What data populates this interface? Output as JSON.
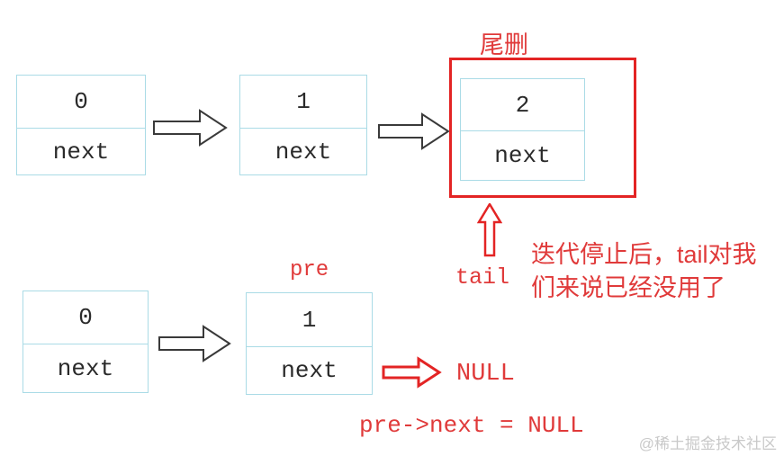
{
  "colors": {
    "node_border": "#aadbe6",
    "node_text": "#2a2a2a",
    "red_text": "#e03a3a",
    "red_box": "#e32424",
    "arrow_dark": "#3a3a3a",
    "watermark": "#c9c9c9"
  },
  "row1": {
    "nodes": [
      {
        "value": "0",
        "pointer": "next"
      },
      {
        "value": "1",
        "pointer": "next"
      },
      {
        "value": "2",
        "pointer": "next"
      }
    ],
    "highlight_label": "尾删",
    "tail_label": "tail",
    "note_line1": "迭代停止后，tail对我",
    "note_line2": "们来说已经没用了"
  },
  "row2": {
    "nodes": [
      {
        "value": "0",
        "pointer": "next"
      },
      {
        "value": "1",
        "pointer": "next"
      }
    ],
    "pre_label": "pre",
    "null_label": "NULL",
    "code_label": "pre->next = NULL"
  },
  "watermark": "@稀土掘金技术社区"
}
